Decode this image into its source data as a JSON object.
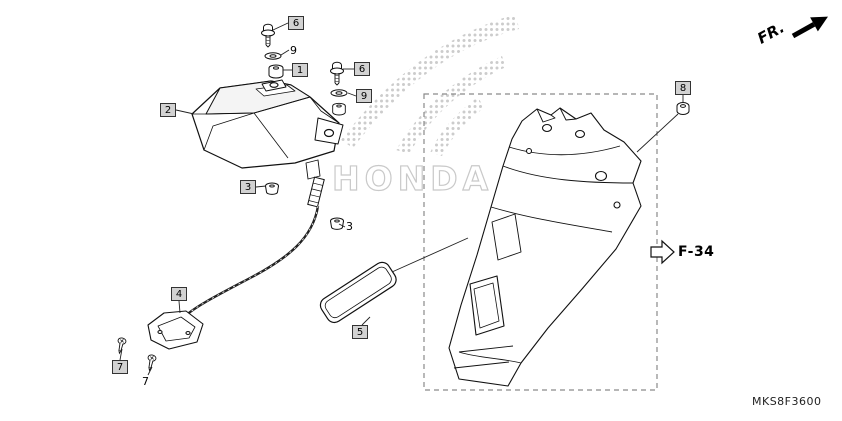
{
  "page": {
    "fr_label": "FR.",
    "ref_label": "F-34",
    "diagram_code": "MKS8F3600",
    "watermark_text": "HONDA"
  },
  "callouts": [
    {
      "id": "6-a",
      "text": "6",
      "style": "boxed"
    },
    {
      "id": "9-a",
      "text": "9",
      "style": "plain"
    },
    {
      "id": "1",
      "text": "1",
      "style": "boxed"
    },
    {
      "id": "2",
      "text": "2",
      "style": "boxed"
    },
    {
      "id": "6-b",
      "text": "6",
      "style": "boxed"
    },
    {
      "id": "9-b",
      "text": "9",
      "style": "boxed"
    },
    {
      "id": "3-a",
      "text": "3",
      "style": "boxed"
    },
    {
      "id": "3-b",
      "text": "3",
      "style": "plain"
    },
    {
      "id": "4",
      "text": "4",
      "style": "boxed"
    },
    {
      "id": "7-a",
      "text": "7",
      "style": "boxed"
    },
    {
      "id": "7-b",
      "text": "7",
      "style": "plain"
    },
    {
      "id": "5",
      "text": "5",
      "style": "boxed"
    },
    {
      "id": "8",
      "text": "8",
      "style": "boxed"
    }
  ]
}
